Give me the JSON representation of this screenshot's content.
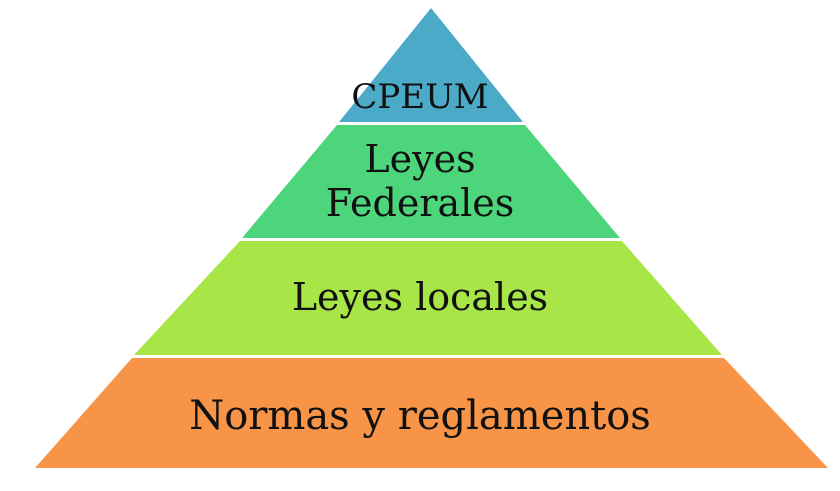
{
  "tiers": [
    {
      "label": "CPEUM",
      "color": "#4BAAC8"
    },
    {
      "label_line1": "Leyes",
      "label_line2": "Federales",
      "color": "#4CD57A"
    },
    {
      "label": "Leyes locales",
      "color": "#A8E547"
    },
    {
      "label": "Normas y reglamentos",
      "color": "#F79447"
    }
  ]
}
